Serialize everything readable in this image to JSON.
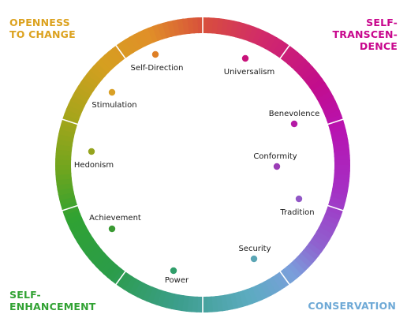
{
  "quadrants": {
    "openness": {
      "lines": [
        "OPENNESS",
        "TO CHANGE"
      ],
      "color": "#dca21f"
    },
    "self_transcendence": {
      "lines": [
        "SELF-",
        "TRANSCEN-",
        "DENCE"
      ],
      "color": "#c8078d"
    },
    "self_enhancement": {
      "lines": [
        "SELF-",
        "ENHANCEMENT"
      ],
      "color": "#31a233"
    },
    "conservation": {
      "lines": [
        "CONSERVATION"
      ],
      "color": "#6ea9d6"
    }
  },
  "values": [
    {
      "label": "Self-Direction",
      "color": "#de7f25"
    },
    {
      "label": "Universalism",
      "color": "#c8127a"
    },
    {
      "label": "Stimulation",
      "color": "#d9a026"
    },
    {
      "label": "Benevolence",
      "color": "#b51aa6"
    },
    {
      "label": "Hedonism",
      "color": "#95a41e"
    },
    {
      "label": "Conformity",
      "color": "#9b3db6"
    },
    {
      "label": "Tradition",
      "color": "#9257c6"
    },
    {
      "label": "Achievement",
      "color": "#3a9a33"
    },
    {
      "label": "Security",
      "color": "#5aa5b4"
    },
    {
      "label": "Power",
      "color": "#2f9e6a"
    }
  ]
}
